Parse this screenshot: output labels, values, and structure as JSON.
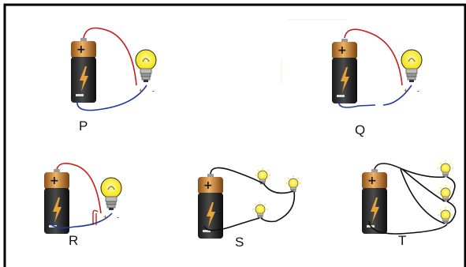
{
  "circuits": [
    {
      "label": "P",
      "description": "battery connected to one glowing bulb"
    },
    {
      "label": "Q",
      "description": "battery with one bulb, circuit broken (open)"
    },
    {
      "label": "R",
      "description": "battery with one bulb, extra red wire shorting"
    },
    {
      "label": "S",
      "description": "battery with three bulbs"
    },
    {
      "label": "T",
      "description": "battery with three bulbs in parallel"
    }
  ],
  "colors": {
    "frame": "#000000",
    "battery_body": "#111111",
    "battery_cap": "#c8843a",
    "bulb_glass": "#f4e600",
    "bulb_glow": "#f7f06a",
    "wire_red": "#c81e1e",
    "wire_blue": "#1f3b9a",
    "wire_black": "#111111"
  }
}
